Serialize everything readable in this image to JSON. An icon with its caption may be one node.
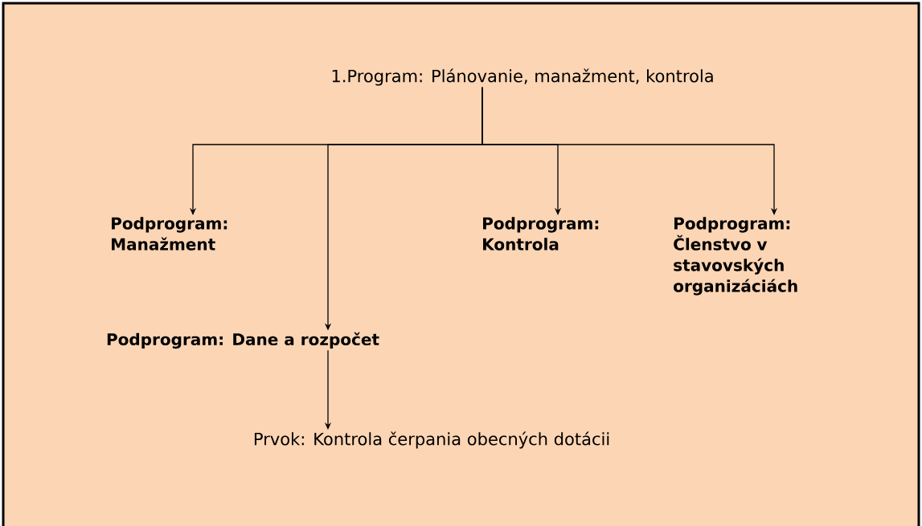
{
  "diagram": {
    "nodes": [
      {
        "text": [
          "1.Program: Plánovanie, manažment, kontrola"
        ]
      },
      {
        "text": [
          "Podprogram: Manažment"
        ]
      },
      {
        "text": [
          "Podprogram: Dane a rozpočet"
        ]
      },
      {
        "text": [
          "Podprogram: Kontrola"
        ]
      },
      {
        "text": [
          "Podprogram: Členstvo v stavovských organizáciách"
        ]
      },
      {
        "text": [
          "Prvok: Kontrola čerpania obecných dotácii"
        ]
      }
    ],
    "edges": [
      {
        "from": 0,
        "to": 1,
        "arrow": "to"
      },
      {
        "from": 0,
        "to": 2,
        "arrow": "to"
      },
      {
        "from": 0,
        "to": 3,
        "arrow": "to"
      },
      {
        "from": 0,
        "to": 4,
        "arrow": "to"
      },
      {
        "from": 2,
        "to": 5,
        "arrow": "to"
      }
    ]
  }
}
